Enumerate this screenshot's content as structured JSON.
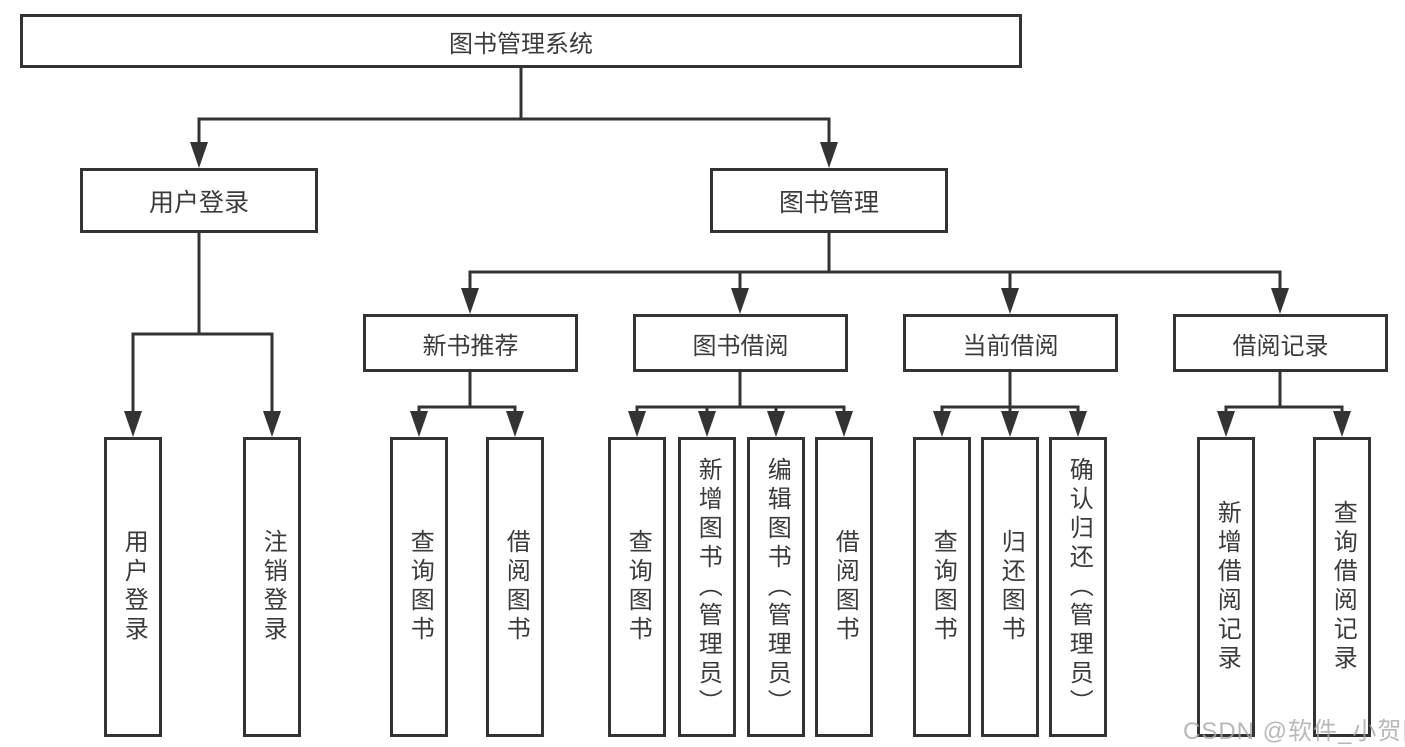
{
  "diagram": {
    "title": "图书管理系统",
    "branches": [
      {
        "label": "用户登录",
        "children": [
          {
            "label": "用户登录"
          },
          {
            "label": "注销登录"
          }
        ]
      },
      {
        "label": "图书管理",
        "children": [
          {
            "label": "新书推荐",
            "children": [
              {
                "label": "查询图书"
              },
              {
                "label": "借阅图书"
              }
            ]
          },
          {
            "label": "图书借阅",
            "children": [
              {
                "label": "查询图书"
              },
              {
                "label": "新增图书（管理员）"
              },
              {
                "label": "编辑图书（管理员）"
              },
              {
                "label": "借阅图书"
              }
            ]
          },
          {
            "label": "当前借阅",
            "children": [
              {
                "label": "查询图书"
              },
              {
                "label": "归还图书"
              },
              {
                "label": "确认归还（管理员）"
              }
            ]
          },
          {
            "label": "借阅记录",
            "children": [
              {
                "label": "新增借阅记录"
              },
              {
                "label": "查询借阅记录"
              }
            ]
          }
        ]
      }
    ]
  },
  "watermark": {
    "text": "CSDN @软件_小贺同学"
  },
  "colors": {
    "line": "#333333",
    "box_border": "#333333",
    "text": "#3b3b3b",
    "watermark": "#a8a8a8",
    "background": "#ffffff"
  }
}
